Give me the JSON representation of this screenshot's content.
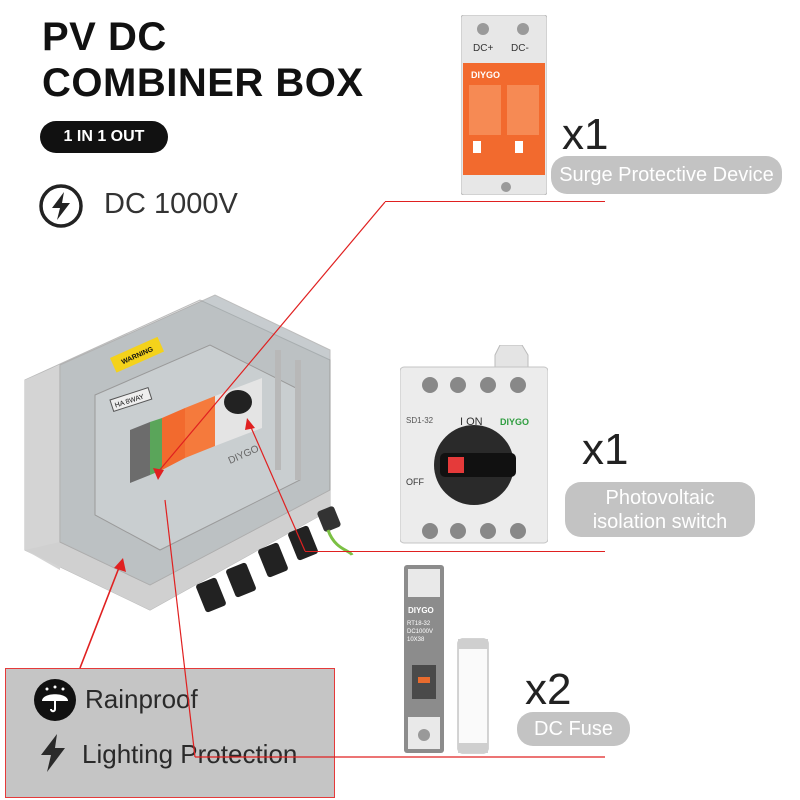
{
  "title": {
    "line1": "PV DC",
    "line2": "COMBINER BOX"
  },
  "config_badge": "1 IN 1 OUT",
  "voltage": {
    "icon": "lightning-circle-icon",
    "label": "DC 1000V"
  },
  "components": [
    {
      "qty": "x1",
      "label": "Surge Protective Device"
    },
    {
      "qty": "x1",
      "label_line1": "Photovoltaic",
      "label_line2": "isolation switch"
    },
    {
      "qty": "x2",
      "label": "DC Fuse"
    }
  ],
  "features": [
    {
      "icon": "umbrella-rain-icon",
      "label": "Rainproof"
    },
    {
      "icon": "lightning-icon",
      "label": "Lighting Protection"
    }
  ],
  "product_labels": {
    "warning": "WARNING",
    "enclosure_tag": "HA 8WAY",
    "brand": "DIYGO",
    "spd_dc_plus": "DC+",
    "spd_dc_minus": "DC-",
    "switch_model": "SD1-32",
    "switch_on": "I ON",
    "switch_off": "OFF",
    "fuse_holder_model": "RT18-32",
    "fuse_holder_rating": "DC1000V",
    "fuse_holder_size": "10X38"
  },
  "colors": {
    "accent_line": "#e02020",
    "pill_grey": "#c3c3c3",
    "spd_orange": "#f26a2e",
    "brand_green": "#2e9d3f"
  }
}
